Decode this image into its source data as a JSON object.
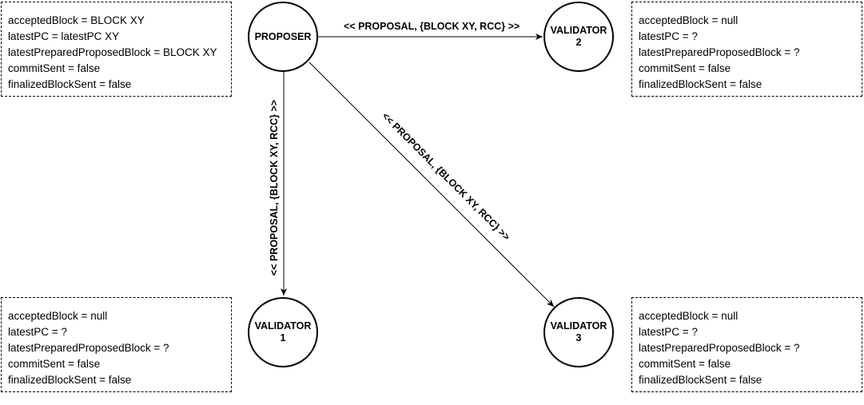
{
  "proposer_state": [
    "acceptedBlock = BLOCK XY",
    "latestPC = latestPC XY",
    "latestPreparedProposedBlock = BLOCK XY",
    "commitSent = false",
    "finalizedBlockSent = false"
  ],
  "validator2_state": [
    "acceptedBlock = null",
    "latestPC = ?",
    "latestPreparedProposedBlock = ?",
    "commitSent = false",
    "finalizedBlockSent = false"
  ],
  "validator1_state": [
    "acceptedBlock = null",
    "latestPC = ?",
    "latestPreparedProposedBlock = ?",
    "commitSent = false",
    "finalizedBlockSent = false"
  ],
  "validator3_state": [
    "acceptedBlock = null",
    "latestPC = ?",
    "latestPreparedProposedBlock = ?",
    "commitSent = false",
    "finalizedBlockSent = false"
  ],
  "nodes": {
    "proposer": [
      "PROPOSER"
    ],
    "validator2": [
      "VALIDATOR",
      "2"
    ],
    "validator1": [
      "VALIDATOR",
      "1"
    ],
    "validator3": [
      "VALIDATOR",
      "3"
    ]
  },
  "edges": {
    "to_validator2": "<< PROPOSAL, {BLOCK XY, RCC} >>",
    "to_validator1": "<< PROPOSAL, {BLOCK XY, RCC} >>",
    "to_validator3": "<< PROPOSAL, {BLOCK XY, RCC} >>"
  }
}
